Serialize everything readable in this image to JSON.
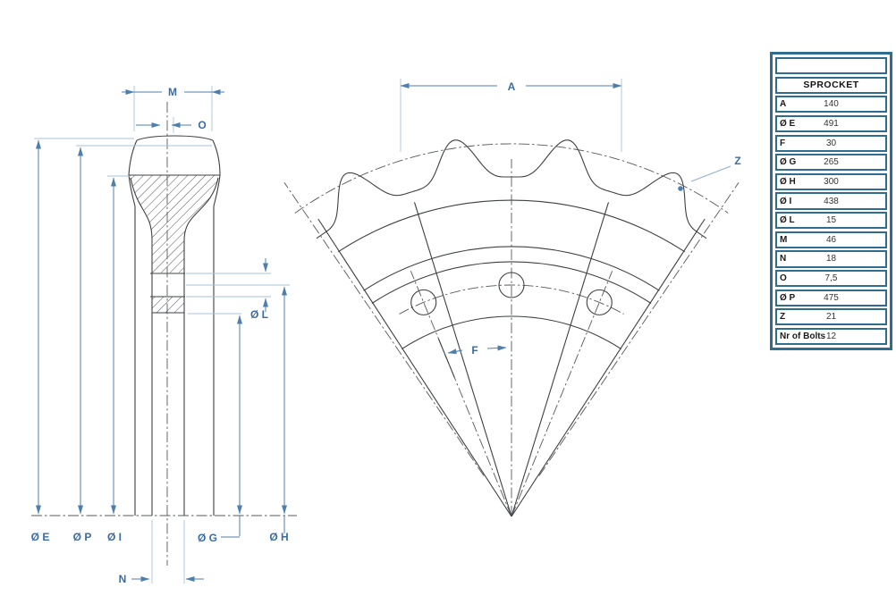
{
  "drawing": {
    "section_view": {
      "labels": {
        "m": "M",
        "o": "O",
        "dia_l": "Ø L",
        "dia_e": "Ø E",
        "dia_p": "Ø P",
        "dia_i": "Ø I",
        "n": "N",
        "dia_g": "Ø G",
        "dia_h": "Ø H"
      }
    },
    "fan_view": {
      "labels": {
        "a": "A",
        "f": "F",
        "z": "Z"
      }
    },
    "colors": {
      "dimension_blue": "#4d7fae",
      "label_blue": "#3a6ca3",
      "part_line": "#3e4043",
      "table_border": "#2e6d8e",
      "background": "#ffffff"
    }
  },
  "table": {
    "title": "SPROCKET",
    "rows": [
      {
        "label": "A",
        "value": "140"
      },
      {
        "label": "Ø E",
        "value": "491"
      },
      {
        "label": "F",
        "value": "30"
      },
      {
        "label": "Ø G",
        "value": "265"
      },
      {
        "label": "Ø H",
        "value": "300"
      },
      {
        "label": "Ø I",
        "value": "438"
      },
      {
        "label": "Ø L",
        "value": "15"
      },
      {
        "label": "M",
        "value": "46"
      },
      {
        "label": "N",
        "value": "18"
      },
      {
        "label": "O",
        "value": "7,5"
      },
      {
        "label": "Ø P",
        "value": "475"
      },
      {
        "label": "Z",
        "value": "21"
      },
      {
        "label": "Nr of Bolts",
        "value": "12"
      }
    ]
  }
}
